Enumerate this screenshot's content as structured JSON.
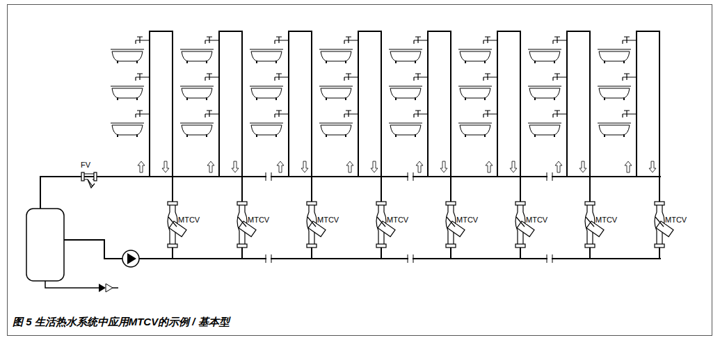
{
  "diagram": {
    "caption": "图 5 生活热水系统中应用MTCV的示例 / 基本型",
    "labels": [
      "FV",
      "MTCV",
      "MTCV",
      "MTCV",
      "MTCV",
      "MTCV",
      "MTCV",
      "MTCV",
      "MTCV"
    ]
  }
}
